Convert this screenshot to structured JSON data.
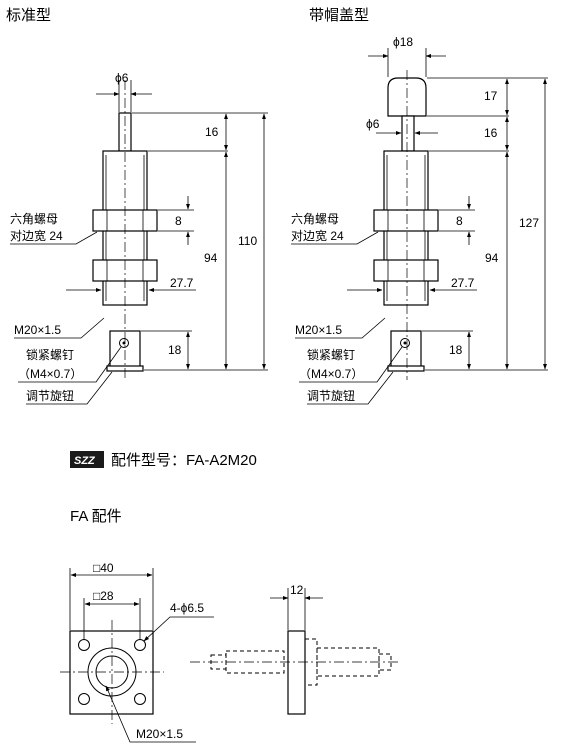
{
  "standard": {
    "title": "标准型",
    "dia_rod": "ϕ6",
    "dim_top": "16",
    "dim_nut": "8",
    "dim_total": "110",
    "dim_body": "94",
    "dim_wrench": "27.7",
    "dim_bottom": "18",
    "label_hex_nut_1": "六角螺母",
    "label_hex_nut_2": "对边宽 24",
    "label_thread": "M20×1.5",
    "label_lock_screw": "锁紧螺钉",
    "label_lock_screw_spec": "（M4×0.7）",
    "label_knob": "调节旋钮"
  },
  "capped": {
    "title": "带帽盖型",
    "dia_cap": "ϕ18",
    "dia_rod": "ϕ6",
    "dim_cap": "17",
    "dim_top": "16",
    "dim_nut": "8",
    "dim_total": "127",
    "dim_body": "94",
    "dim_wrench": "27.7",
    "dim_bottom": "18",
    "label_hex_nut_1": "六角螺母",
    "label_hex_nut_2": "对边宽 24",
    "label_thread": "M20×1.5",
    "label_lock_screw": "锁紧螺钉",
    "label_lock_screw_spec": "（M4×0.7）",
    "label_knob": "调节旋钮"
  },
  "accessory": {
    "badge": "SZZ",
    "model_text": "配件型号：FA-A2M20",
    "section_title": "FA 配件",
    "dim_outer": "□40",
    "dim_inner": "□28",
    "dim_holes": "4-ϕ6.5",
    "dim_thread": "M20×1.5",
    "dim_thickness": "12"
  }
}
